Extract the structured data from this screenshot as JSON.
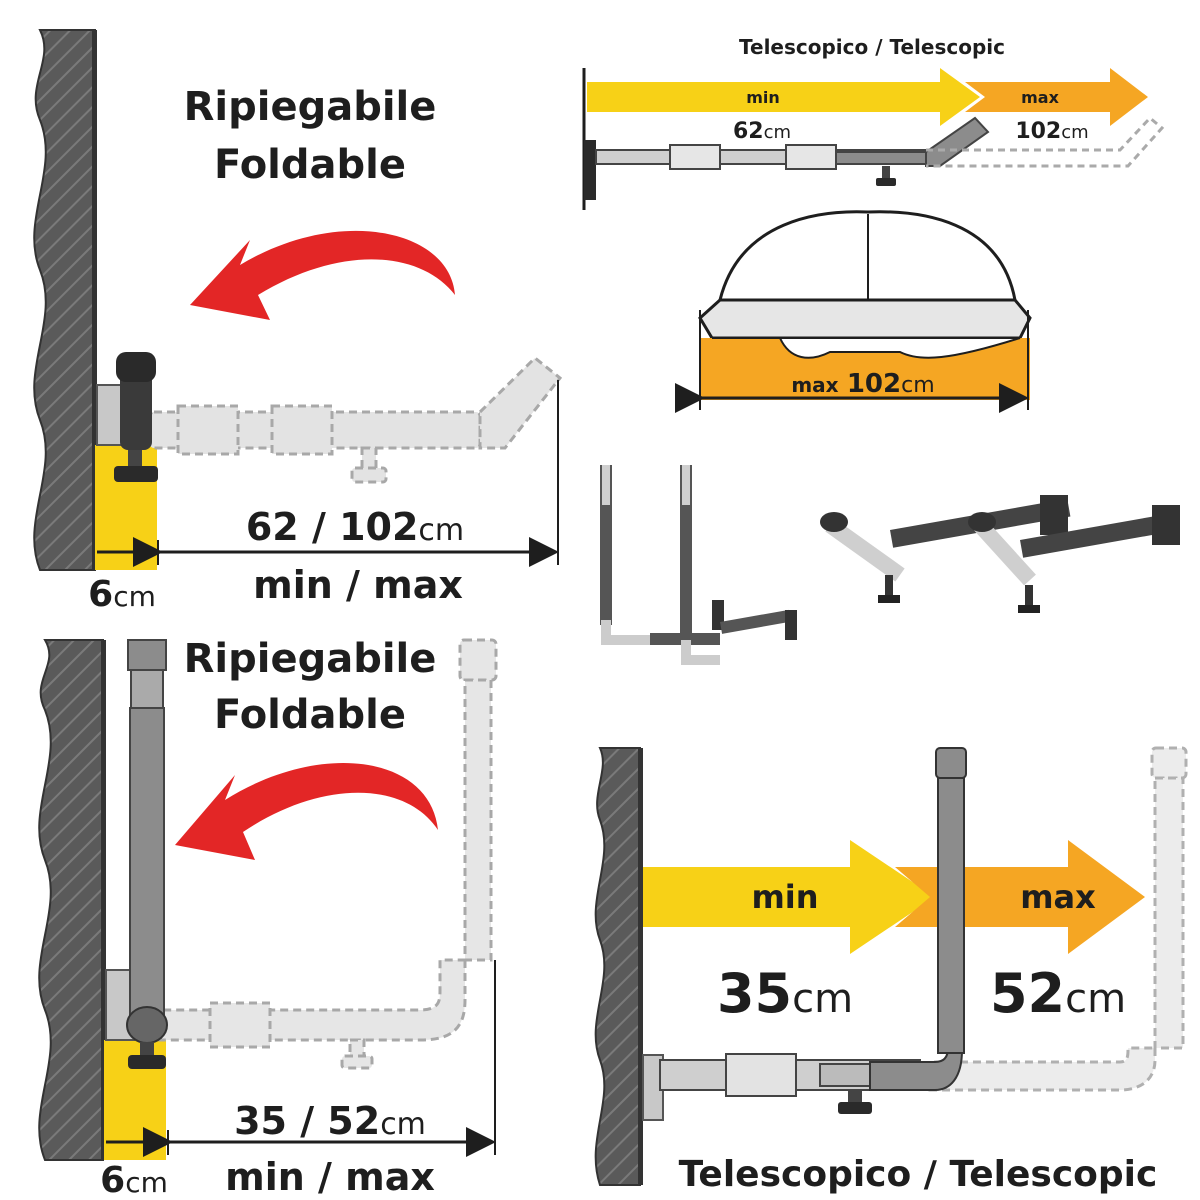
{
  "panel_top_left": {
    "title_it": "Ripiegabile",
    "title_en": "Foldable",
    "length_value": "62 / 102",
    "length_unit": "cm",
    "length_caption": "min / max",
    "offset_value": "6",
    "offset_unit": "cm"
  },
  "panel_top_right": {
    "title": "Telescopico / Telescopic",
    "min_label": "min",
    "max_label": "max",
    "min_value": "62",
    "min_unit": "cm",
    "max_value": "102",
    "max_unit": "cm"
  },
  "roofbox": {
    "prefix": "max",
    "value": "102",
    "unit": "cm"
  },
  "panel_bottom_left": {
    "title_it": "Ripiegabile",
    "title_en": "Foldable",
    "length_value": "35 / 52",
    "length_unit": "cm",
    "length_caption": "min / max",
    "offset_value": "6",
    "offset_unit": "cm"
  },
  "panel_bottom_right": {
    "min_label": "min",
    "max_label": "max",
    "min_value": "35",
    "min_unit": "cm",
    "max_value": "52",
    "max_unit": "cm",
    "footer_title": "Telescopico / Telescopic"
  },
  "colors": {
    "yellow": "#f7d117",
    "orange": "#f5a623",
    "red": "#e32626",
    "wall": "#5a5a5a",
    "bar": "#8c8c8c",
    "ghost": "#dcdcdc"
  }
}
